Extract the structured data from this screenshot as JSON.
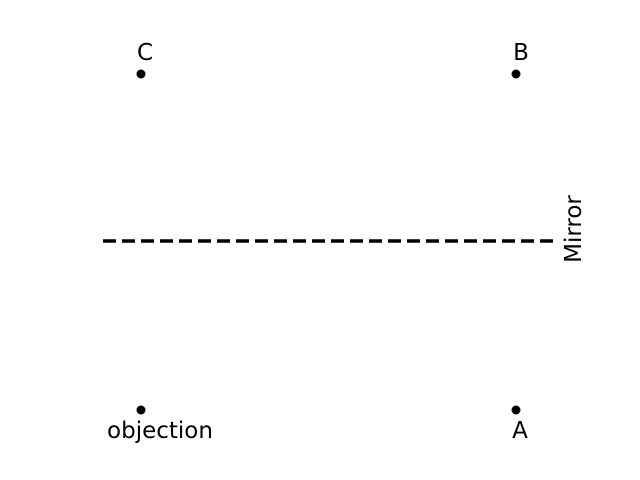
{
  "diagram": {
    "mirror": {
      "label": "Mirror",
      "style": "dashed",
      "color": "#000000"
    },
    "points": [
      {
        "id": "C",
        "label": "C",
        "reflects": "objection",
        "side": "above-mirror",
        "column": "left"
      },
      {
        "id": "B",
        "label": "B",
        "reflects": "A",
        "side": "above-mirror",
        "column": "right"
      },
      {
        "id": "objection",
        "label": "objection",
        "side": "below-mirror",
        "column": "left"
      },
      {
        "id": "A",
        "label": "A",
        "side": "below-mirror",
        "column": "right"
      }
    ],
    "point_color": "#000000",
    "background": "#ffffff"
  }
}
